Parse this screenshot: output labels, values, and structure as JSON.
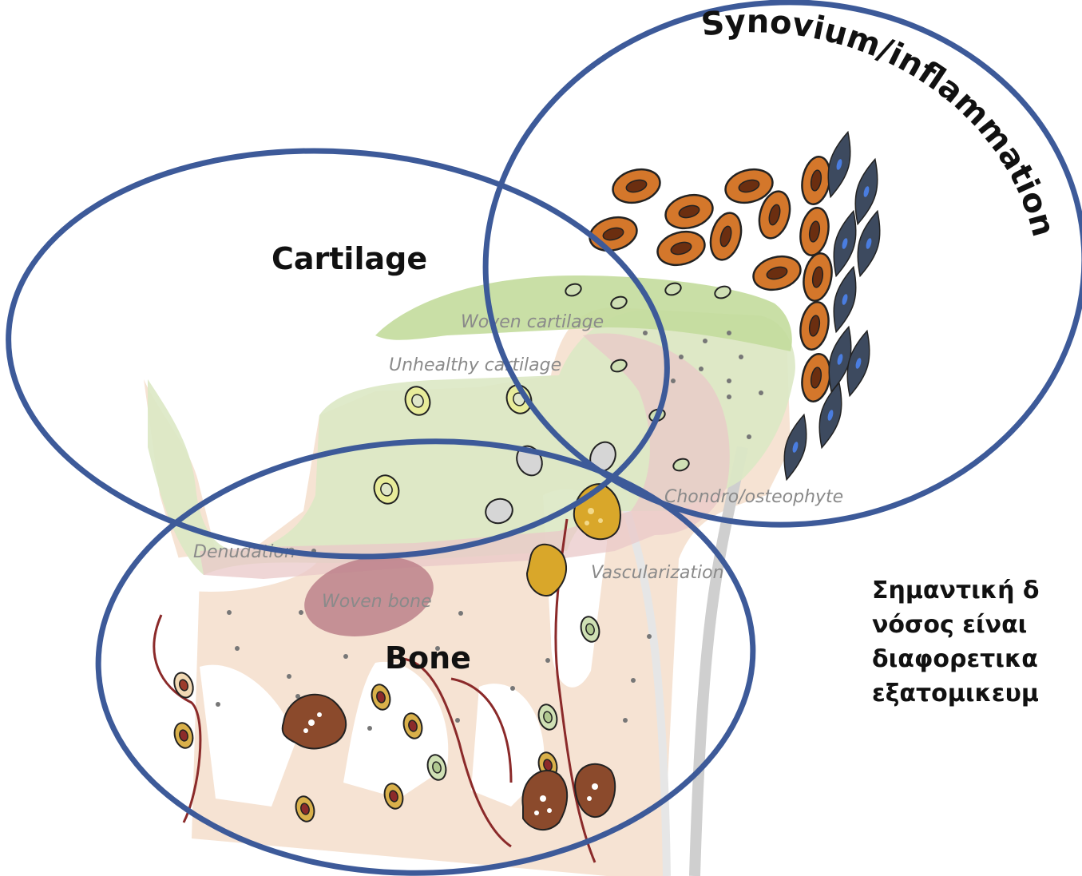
{
  "diagram": {
    "circles": {
      "synovium": {
        "label": "Synovium/inflammation"
      },
      "cartilage": {
        "label": "Cartilage"
      },
      "bone": {
        "label": "Bone"
      }
    },
    "regions": {
      "woven_cartilage": "Woven cartilage",
      "unhealthy_cartilage": "Unhealthy cartilage",
      "chondro_osteophyte": "Chondro/osteophyte",
      "denudation": "Denudation",
      "vascularization": "Vascularization",
      "woven_bone": "Woven bone"
    }
  },
  "caption": {
    "lines": [
      "Σημαντική δ",
      "νόσος είναι",
      "διαφορετικα",
      "εξατομικευμ"
    ]
  },
  "colors": {
    "circle_outline": "#3d5a99",
    "cartilage_fill": "#dbe8c4",
    "woven_cartilage_fill": "#c3db9c",
    "bone_fill": "#f6e3d3",
    "osteophyte_fill": "#eac8c8",
    "woven_bone_fill": "#b97b86",
    "macrophage_fill": "#d4772b",
    "fibroblast_fill": "#3d4a5f",
    "osteoclast_fill": "#d9a72a",
    "resorb_fill": "#8b4a2c",
    "vessel": "#8b2a2a"
  }
}
